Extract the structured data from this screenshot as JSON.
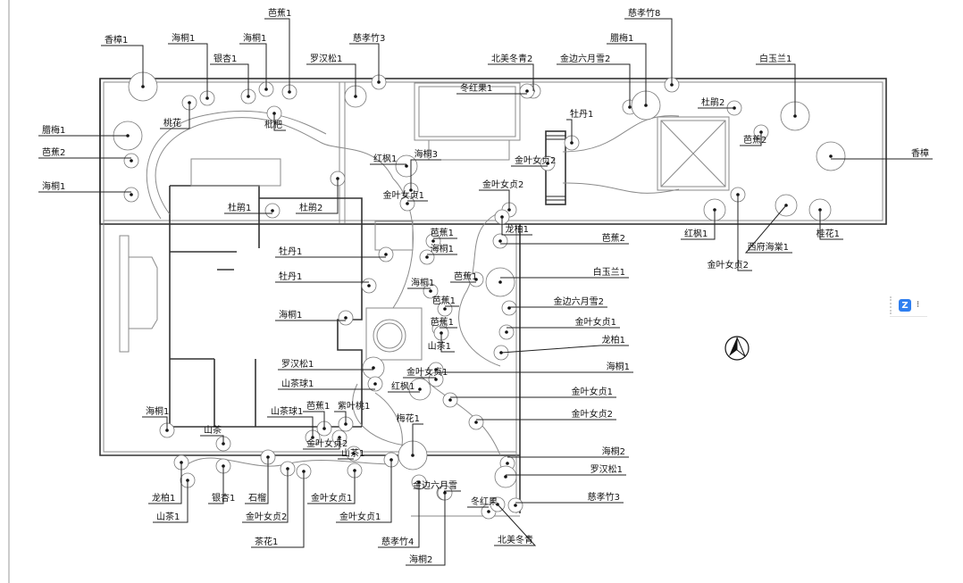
{
  "drawing": {
    "type": "landscape planting plan",
    "north_arrow": "north-arrow-icon",
    "labels": [
      {
        "id": "l1",
        "text": "香樟1"
      },
      {
        "id": "l2",
        "text": "海桐1"
      },
      {
        "id": "l3",
        "text": "银杏1"
      },
      {
        "id": "l4",
        "text": "海桐1"
      },
      {
        "id": "l5",
        "text": "芭蕉1"
      },
      {
        "id": "l6",
        "text": "罗汉松1"
      },
      {
        "id": "l7",
        "text": "慈孝竹3"
      },
      {
        "id": "l8",
        "text": "北美冬青2"
      },
      {
        "id": "l9",
        "text": "金边六月雪2"
      },
      {
        "id": "l10",
        "text": "腊梅1"
      },
      {
        "id": "l11",
        "text": "慈孝竹8"
      },
      {
        "id": "l12",
        "text": "白玉兰1"
      },
      {
        "id": "l13",
        "text": "香樟"
      },
      {
        "id": "l14",
        "text": "腊梅1"
      },
      {
        "id": "l15",
        "text": "芭蕉2"
      },
      {
        "id": "l16",
        "text": "海桐1"
      },
      {
        "id": "l17",
        "text": "桃花"
      },
      {
        "id": "l18",
        "text": "枇杷"
      },
      {
        "id": "l19",
        "text": "冬红果1"
      },
      {
        "id": "l20",
        "text": "牡丹1"
      },
      {
        "id": "l21",
        "text": "杜鹃2"
      },
      {
        "id": "l22",
        "text": "芭蕉2"
      },
      {
        "id": "l23",
        "text": "金叶女贞2"
      },
      {
        "id": "l24",
        "text": "红枫1"
      },
      {
        "id": "l25",
        "text": "海桐3"
      },
      {
        "id": "l26",
        "text": "金叶女贞1"
      },
      {
        "id": "l27",
        "text": "金叶女贞2"
      },
      {
        "id": "l28",
        "text": "杜鹃1"
      },
      {
        "id": "l29",
        "text": "杜鹃2"
      },
      {
        "id": "l30",
        "text": "龙柏1"
      },
      {
        "id": "l31",
        "text": "芭蕉2"
      },
      {
        "id": "l32",
        "text": "红枫1"
      },
      {
        "id": "l33",
        "text": "桂花1"
      },
      {
        "id": "l34",
        "text": "西府海棠1"
      },
      {
        "id": "l35",
        "text": "金叶女贞2"
      },
      {
        "id": "l36",
        "text": "芭蕉1"
      },
      {
        "id": "l37",
        "text": "海桐1"
      },
      {
        "id": "l38",
        "text": "牡丹1"
      },
      {
        "id": "l39",
        "text": "牡丹1"
      },
      {
        "id": "l40",
        "text": "白玉兰1"
      },
      {
        "id": "l41",
        "text": "芭蕉1"
      },
      {
        "id": "l42",
        "text": "海桐1"
      },
      {
        "id": "l43",
        "text": "金边六月雪2"
      },
      {
        "id": "l44",
        "text": "芭蕉1"
      },
      {
        "id": "l45",
        "text": "海桐1"
      },
      {
        "id": "l46",
        "text": "金叶女贞1"
      },
      {
        "id": "l47",
        "text": "芭蕉1"
      },
      {
        "id": "l48",
        "text": "龙柏1"
      },
      {
        "id": "l49",
        "text": "山茶1"
      },
      {
        "id": "l50",
        "text": "罗汉松1"
      },
      {
        "id": "l51",
        "text": "海桐1"
      },
      {
        "id": "l52",
        "text": "山茶球1"
      },
      {
        "id": "l53",
        "text": "金叶女贞1"
      },
      {
        "id": "l54",
        "text": "红枫1"
      },
      {
        "id": "l55",
        "text": "金叶女贞1"
      },
      {
        "id": "l56",
        "text": "海桐1"
      },
      {
        "id": "l57",
        "text": "山茶球1"
      },
      {
        "id": "l58",
        "text": "芭蕉1"
      },
      {
        "id": "l59",
        "text": "紫叶桃1"
      },
      {
        "id": "l60",
        "text": "金叶女贞2"
      },
      {
        "id": "l61",
        "text": "金叶女贞2"
      },
      {
        "id": "l62",
        "text": "山茶"
      },
      {
        "id": "l63",
        "text": "梅花1"
      },
      {
        "id": "l64",
        "text": "山茶1"
      },
      {
        "id": "l65",
        "text": "海桐2"
      },
      {
        "id": "l66",
        "text": "罗汉松1"
      },
      {
        "id": "l67",
        "text": "金边六月雪"
      },
      {
        "id": "l68",
        "text": "冬红果"
      },
      {
        "id": "l69",
        "text": "慈孝竹3"
      },
      {
        "id": "l70",
        "text": "龙柏1"
      },
      {
        "id": "l71",
        "text": "银杏1"
      },
      {
        "id": "l72",
        "text": "石榴"
      },
      {
        "id": "l73",
        "text": "金叶女贞1"
      },
      {
        "id": "l74",
        "text": "山茶1"
      },
      {
        "id": "l75",
        "text": "金叶女贞2"
      },
      {
        "id": "l76",
        "text": "金叶女贞1"
      },
      {
        "id": "l77",
        "text": "茶花1"
      },
      {
        "id": "l78",
        "text": "慈孝竹4"
      },
      {
        "id": "l79",
        "text": "海桐2"
      },
      {
        "id": "l80",
        "text": "北美冬青"
      }
    ]
  },
  "viewer_widget": {
    "app_icon": "z-app-icon",
    "app_glyph": "Z",
    "more_icon": "more-options-icon",
    "more_glyph": "⁝"
  }
}
